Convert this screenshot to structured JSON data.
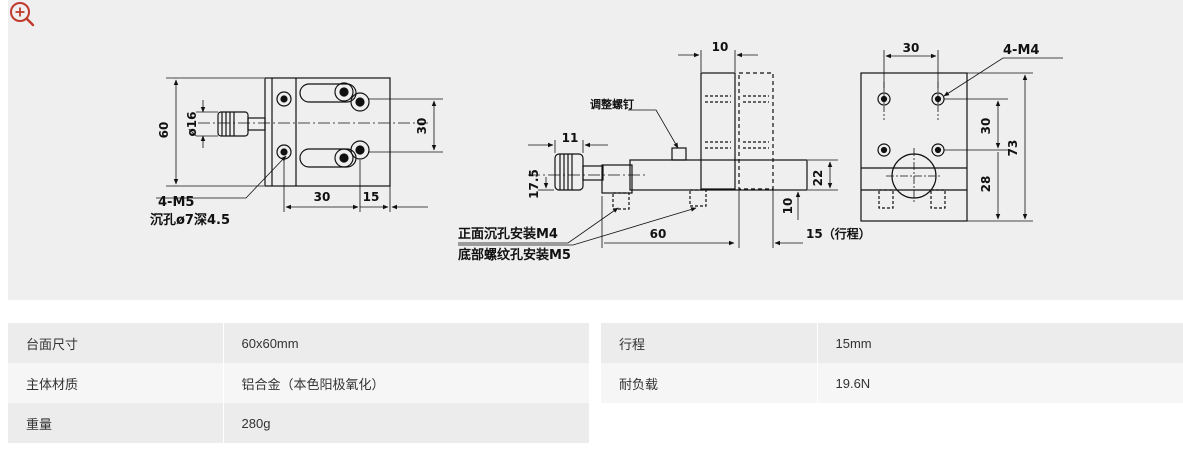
{
  "zoom": {
    "icon": "zoom-in-icon",
    "color": "#c0392b"
  },
  "drawing": {
    "left_view": {
      "dim_60": "60",
      "dim_phi16": "ø16",
      "dim_30_vertical": "30",
      "dim_30": "30",
      "dim_15": "15",
      "note_line1": "4-M5",
      "note_line2": "沉孔ø7深4.5"
    },
    "middle_view": {
      "dim_10_top": "10",
      "label_adjust_screw": "调整螺钉",
      "dim_11": "11",
      "dim_17_5": "17.5",
      "dim_22": "22",
      "dim_10_bottom": "10",
      "dim_60": "60",
      "dim_15_travel": "15（行程）",
      "note_front": "正面沉孔安装M4",
      "note_bottom": "底部螺纹孔安装M5"
    },
    "right_view": {
      "dim_30": "30",
      "label_4m4": "4-M4",
      "dim_30_vertical": "30",
      "dim_73": "73",
      "dim_28": "28"
    }
  },
  "specs_left": [
    {
      "label": "台面尺寸",
      "value": "60x60mm"
    },
    {
      "label": "主体材质",
      "value": "铝合金（本色阳极氧化）"
    },
    {
      "label": "重量",
      "value": "280g"
    }
  ],
  "specs_right": [
    {
      "label": "行程",
      "value": "15mm"
    },
    {
      "label": "耐负载",
      "value": "19.6N"
    }
  ]
}
